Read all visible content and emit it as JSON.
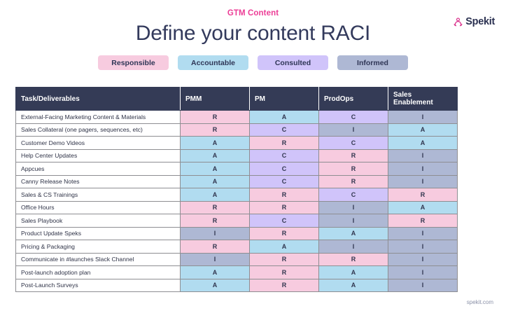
{
  "brand": {
    "name": "Spekit",
    "mark_icon": "spekit-logo-icon",
    "mark_color": "#d9328c"
  },
  "header": {
    "eyebrow": "GTM Content",
    "title": "Define your content RACI",
    "eyebrow_color": "#ec3d96",
    "title_color": "#333a5c"
  },
  "legend": [
    {
      "label": "Responsible",
      "key": "R",
      "color": "#f7cbdf"
    },
    {
      "label": "Accountable",
      "key": "A",
      "color": "#b1dcf0"
    },
    {
      "label": "Consulted",
      "key": "C",
      "color": "#d0c4fa"
    },
    {
      "label": "Informed",
      "key": "I",
      "color": "#aeb8d4"
    }
  ],
  "table": {
    "columns": [
      "Task/Deliverables",
      "PMM",
      "PM",
      "ProdOps",
      "Sales Enablement"
    ],
    "header_bg": "#343b56",
    "rows": [
      {
        "task": "External-Facing Marketing Content & Materials",
        "values": [
          "R",
          "A",
          "C",
          "I"
        ]
      },
      {
        "task": "Sales Collateral (one pagers, sequences, etc)",
        "values": [
          "R",
          "C",
          "I",
          "A"
        ]
      },
      {
        "task": "Customer Demo Videos",
        "values": [
          "A",
          "R",
          "C",
          "A"
        ]
      },
      {
        "task": "Help Center Updates",
        "values": [
          "A",
          "C",
          "R",
          "I"
        ]
      },
      {
        "task": "Appcues",
        "values": [
          "A",
          "C",
          "R",
          "I"
        ]
      },
      {
        "task": "Canny Release Notes",
        "values": [
          "A",
          "C",
          "R",
          "I"
        ]
      },
      {
        "task": "Sales & CS Trainings",
        "values": [
          "A",
          "R",
          "C",
          "R"
        ]
      },
      {
        "task": "Office Hours",
        "values": [
          "R",
          "R",
          "I",
          "A"
        ]
      },
      {
        "task": "Sales Playbook",
        "values": [
          "R",
          "C",
          "I",
          "R"
        ]
      },
      {
        "task": "Product Update Speks",
        "values": [
          "I",
          "R",
          "A",
          "I"
        ]
      },
      {
        "task": "Pricing & Packaging",
        "values": [
          "R",
          "A",
          "I",
          "I"
        ]
      },
      {
        "task": "Communicate in #launches Slack Channel",
        "values": [
          "I",
          "R",
          "R",
          "I"
        ]
      },
      {
        "task": "Post-launch adoption plan",
        "values": [
          "A",
          "R",
          "A",
          "I"
        ]
      },
      {
        "task": "Post-Launch Surveys",
        "values": [
          "A",
          "R",
          "A",
          "I"
        ]
      }
    ]
  },
  "footer": {
    "text": "spekit.com"
  }
}
